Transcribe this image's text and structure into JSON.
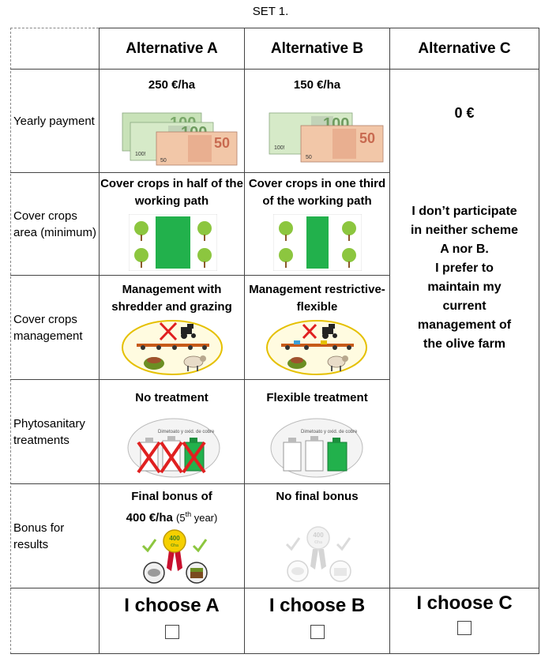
{
  "set_title": "SET 1.",
  "headers": {
    "alt_a": "Alternative A",
    "alt_b": "Alternative B",
    "alt_c": "Alternative C"
  },
  "rows": {
    "payment": {
      "label": "Yearly payment",
      "a": "250 €/ha",
      "b": "150 €/ha",
      "c": "0 €"
    },
    "area": {
      "label": "Cover crops area (minimum)",
      "a": "Cover crops in half of the working path",
      "b": "Cover crops in one third of the working path"
    },
    "management": {
      "label": "Cover crops management",
      "a": "Management with shredder and grazing",
      "b": "Management restrictive-flexible"
    },
    "phyto": {
      "label": "Phytosanitary treatments",
      "a": "No treatment",
      "b": "Flexible treatment",
      "bottle_label": "Dimetoato y oxid. de cobre"
    },
    "bonus": {
      "label": "Bonus for results",
      "a_line1": "Final bonus of",
      "a_line2": "400 €/ha",
      "a_sup_prefix": "(5",
      "a_sup": "th",
      "a_sup_suffix": " year)",
      "b": "No final bonus",
      "medal_value": "400",
      "medal_unit": "€/ha"
    }
  },
  "alt_c_text": {
    "line1": "I don’t participate",
    "line2": "in neither scheme",
    "line3": "A nor B.",
    "line4": "I prefer to",
    "line5": "maintain my",
    "line6": "current",
    "line7": "management of",
    "line8": "the olive farm"
  },
  "choices": {
    "a": "I choose A",
    "b": "I choose B",
    "c": "I choose C"
  },
  "banknotes": [
    "100",
    "100",
    "50"
  ],
  "colors": {
    "green": "#22b14c",
    "tree": "#8cc63f",
    "red_cross": "#e02020"
  }
}
